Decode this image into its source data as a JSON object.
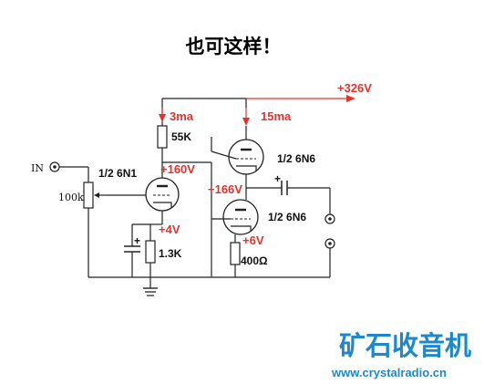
{
  "title": "也可这样！",
  "labels": {
    "in": "IN",
    "pot": "100k",
    "r_plate": "55K",
    "r_cathode": "1.3K",
    "r_out": "400Ω",
    "tube1": "1/2 6N1",
    "tube2": "1/2 6N6",
    "tube3": "1/2 6N6",
    "cap_plus": "+"
  },
  "annotations": {
    "supply": "+326V",
    "current1": "3ma",
    "current2": "15ma",
    "v_plate1": "+160V",
    "v_plate2": "+166V",
    "v_cathode1": "+4V",
    "v_cathode2": "+6V"
  },
  "colors": {
    "annotation": "#e5322d",
    "brand": "#1e88c8",
    "wire": "#222222"
  },
  "brand": {
    "name": "矿石收音机",
    "url": "www.crystalradio.cn"
  }
}
